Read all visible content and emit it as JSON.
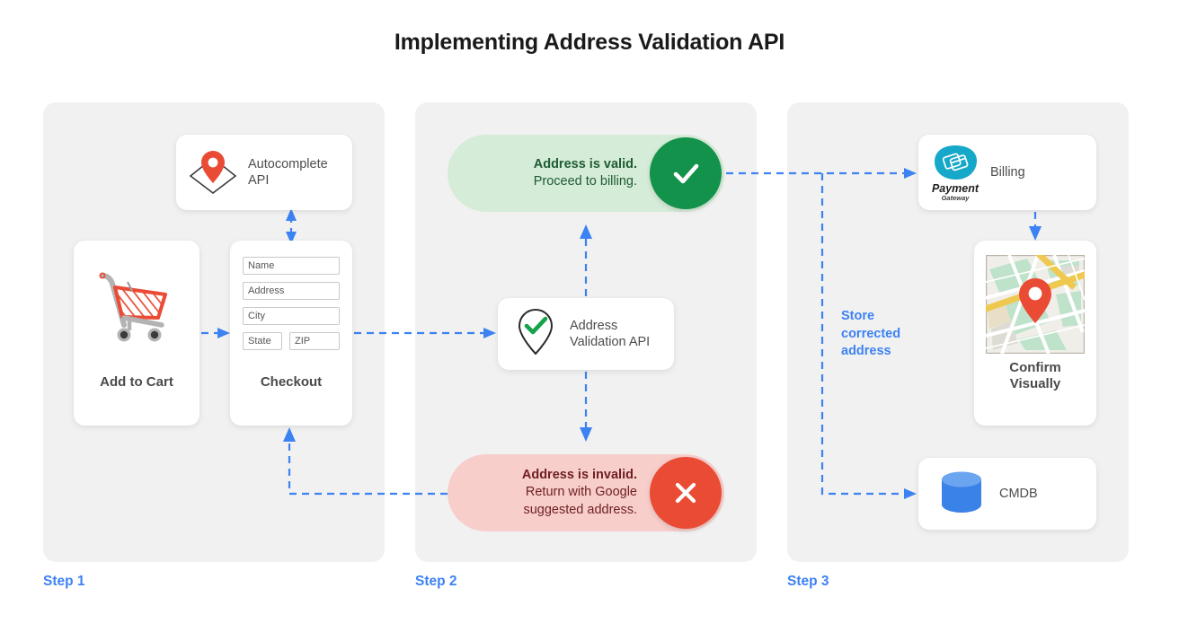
{
  "title": "Implementing Address Validation API",
  "colors": {
    "accent_blue": "#3d82f2",
    "panel_gray": "#f1f1f1",
    "valid_green_bg": "#d5ecd8",
    "valid_green_circle": "#12924a",
    "invalid_red_bg": "#f8cecb",
    "invalid_red_circle": "#ea4b35",
    "cart_red": "#ea4b35",
    "cmdb_blue": "#3b82e8",
    "payment_cyan": "#15a8c8"
  },
  "steps": [
    {
      "label": "Step 1"
    },
    {
      "label": "Step 2"
    },
    {
      "label": "Step 3"
    }
  ],
  "step1": {
    "autocomplete": {
      "label_line1": "Autocomplete",
      "label_line2": "API",
      "icon": "map-pin-diamond-icon"
    },
    "add_to_cart": {
      "label": "Add to Cart",
      "icon": "shopping-cart-icon"
    },
    "checkout": {
      "label": "Checkout",
      "fields": [
        {
          "name": "name",
          "placeholder": "Name"
        },
        {
          "name": "address",
          "placeholder": "Address"
        },
        {
          "name": "city",
          "placeholder": "City"
        },
        {
          "name": "state",
          "placeholder": "State"
        },
        {
          "name": "zip",
          "placeholder": "ZIP"
        }
      ]
    }
  },
  "step2": {
    "valid": {
      "line1": "Address is valid.",
      "line2": "Proceed to billing.",
      "icon": "check-icon"
    },
    "invalid": {
      "line1": "Address is invalid.",
      "line2": "Return with Google",
      "line3": "suggested address.",
      "icon": "close-x-icon"
    },
    "validation_api": {
      "label_line1": "Address",
      "label_line2": "Validation API",
      "icon": "map-pin-check-icon"
    }
  },
  "step3": {
    "billing": {
      "label": "Billing",
      "icon": "payment-gateway-logo",
      "logo_line1": "Payment",
      "logo_line2": "Gateway"
    },
    "confirm": {
      "label_line1": "Confirm",
      "label_line2": "Visually",
      "icon": "map-thumbnail-icon"
    },
    "cmdb": {
      "label": "CMDB",
      "icon": "database-cylinder-icon"
    },
    "store_note": {
      "line1": "Store",
      "line2": "corrected",
      "line3": "address"
    }
  }
}
